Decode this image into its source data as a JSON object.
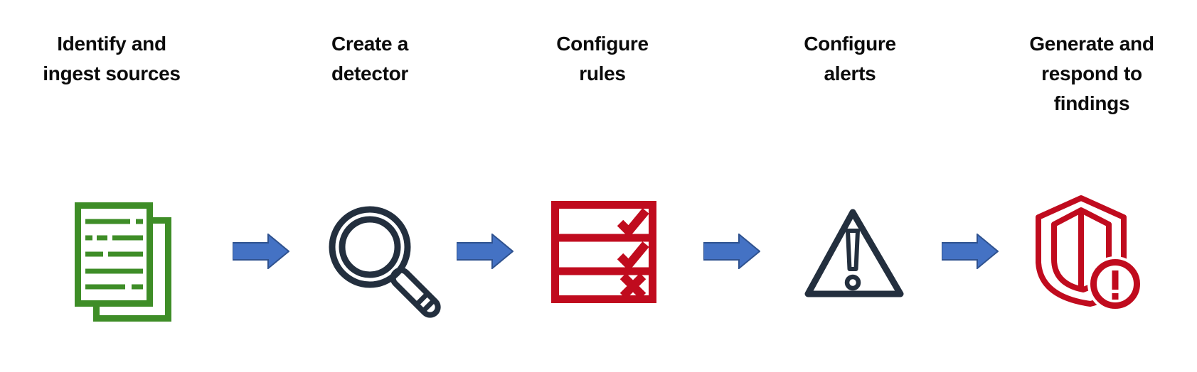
{
  "colors": {
    "step_text": "#0b0b0b",
    "green": "#3E8D27",
    "navy": "#232F3E",
    "red": "#C00B1E",
    "arrow_fill": "#4472C4",
    "arrow_stroke": "#2F528F",
    "background": "#FFFFFF"
  },
  "diagram": {
    "type": "workflow-process-flow",
    "steps": [
      {
        "label_lines": [
          "Identify and",
          "ingest sources"
        ],
        "icon": "documents-icon",
        "icon_color": "#3E8D27"
      },
      {
        "label_lines": [
          "Create a",
          "detector"
        ],
        "icon": "magnifying-glass-icon",
        "icon_color": "#232F3E"
      },
      {
        "label_lines": [
          "Configure",
          "rules"
        ],
        "icon": "rules-checklist-icon",
        "icon_color": "#C00B1E"
      },
      {
        "label_lines": [
          "Configure",
          "alerts"
        ],
        "icon": "warning-triangle-icon",
        "icon_color": "#232F3E"
      },
      {
        "label_lines": [
          "Generate and",
          "respond to",
          "findings"
        ],
        "icon": "shield-alert-icon",
        "icon_color": "#C00B1E"
      }
    ],
    "connectors": [
      {
        "icon": "right-block-arrow-icon",
        "fill": "#4472C4",
        "stroke": "#2F528F"
      },
      {
        "icon": "right-block-arrow-icon",
        "fill": "#4472C4",
        "stroke": "#2F528F"
      },
      {
        "icon": "right-block-arrow-icon",
        "fill": "#4472C4",
        "stroke": "#2F528F"
      },
      {
        "icon": "right-block-arrow-icon",
        "fill": "#4472C4",
        "stroke": "#2F528F"
      }
    ]
  }
}
